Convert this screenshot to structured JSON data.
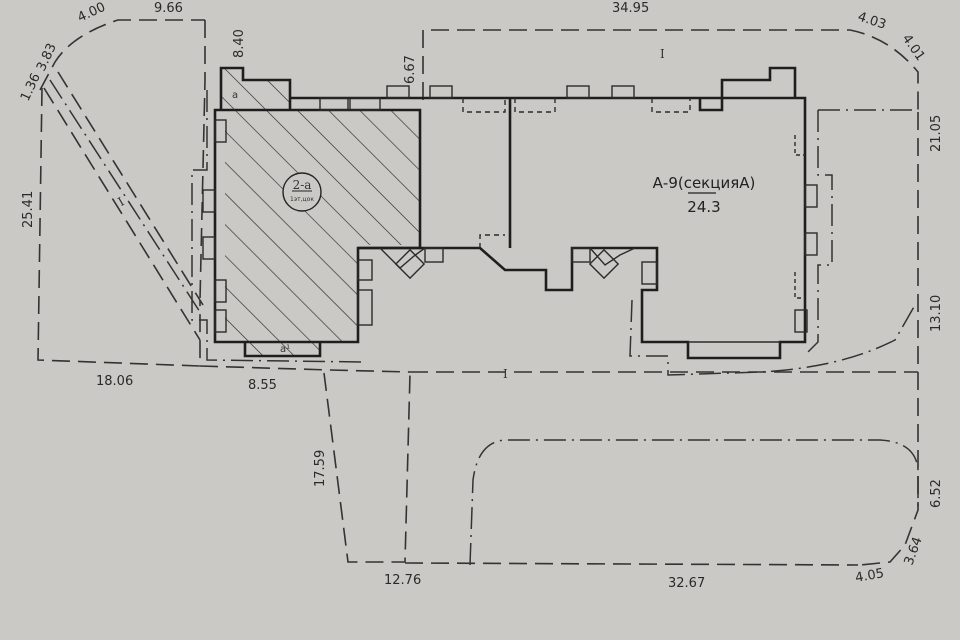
{
  "document": {
    "type": "site plan",
    "background_color": "#cac9c5",
    "line_color": "#1e1e1e"
  },
  "building_main": {
    "name": "А-9(секцияА)",
    "value": "24.3"
  },
  "building_annex": {
    "code": "2-а",
    "subtitle": "1эт,цок"
  },
  "small_labels": {
    "annex_a_top": "а",
    "annex_a_bottom": "а¹"
  },
  "zone_markers": {
    "top": "I",
    "left_diagonal": "I",
    "center": "I"
  },
  "dimensions": {
    "d_1_36": "1.36",
    "d_3_83": "3.83",
    "d_4_00": "4.00",
    "d_9_66": "9.66",
    "d_8_40": "8.40",
    "d_6_67": "6.67",
    "d_34_95": "34.95",
    "d_4_03": "4.03",
    "d_4_01": "4.01",
    "d_21_05": "21.05",
    "d_13_10": "13.10",
    "d_25_41": "25.41",
    "d_18_06": "18.06",
    "d_8_55": "8.55",
    "d_17_59": "17.59",
    "d_12_76": "12.76",
    "d_32_67": "32.67",
    "d_4_05": "4.05",
    "d_3_64": "3.64",
    "d_6_52": "6.52"
  }
}
